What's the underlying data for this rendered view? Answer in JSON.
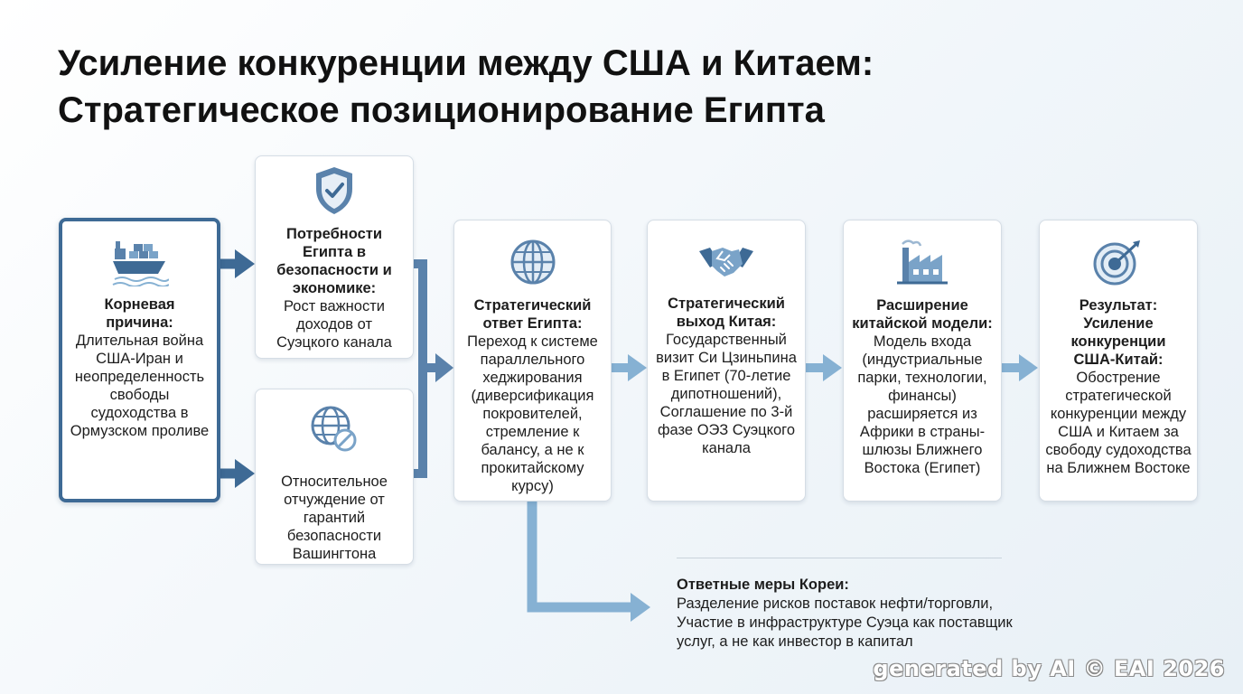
{
  "title": {
    "line1": "Усиление конкуренции между США и Китаем:",
    "line2": "Стратегическое позиционирование Египта"
  },
  "nodes": {
    "root_cause": {
      "icon": "cargo-ship-icon",
      "heading": "Корневая причина:",
      "body": "Длительная война США-Иран и неопределенность свободы судоходства в Ормузском проливе"
    },
    "egypt_needs": {
      "icon": "shield-check-icon",
      "heading": "Потребности Египта в безопасности и экономике:",
      "body": "Рост важности доходов от Суэцкого канала"
    },
    "us_alienation": {
      "icon": "globe-slash-icon",
      "body": "Относительное отчуждение от гарантий безопасности Вашингтона"
    },
    "egypt_response": {
      "icon": "globe-icon",
      "heading": "Стратегический ответ Египта:",
      "body": "Переход к системе параллельного хеджирования (диверсификация покровителей, стремление к балансу, а не к прокитайскому курсу)"
    },
    "china_exit": {
      "icon": "handshake-icon",
      "heading": "Стратегический выход Китая:",
      "body": "Государственный визит Си Цзиньпина в Египет (70-летие дипотношений), Соглашение по 3-й фазе ОЭЗ Суэцкого канала"
    },
    "china_model": {
      "icon": "factory-icon",
      "heading": "Расширение китайской модели:",
      "body": "Модель входа (индустриальные парки, технологии, финансы) расширяется из Африки в страны-шлюзы Ближнего Востока (Египет)"
    },
    "result": {
      "icon": "target-icon",
      "heading": "Результат: Усиление конкуренции США-Китай:",
      "body": "Обострение стратегической конкуренции между США и Китаем за свободу судоходства на Ближнем Востоке"
    }
  },
  "korea": {
    "heading": "Ответные меры Кореи:",
    "body_line1": "Разделение рисков поставок нефти/торговли,",
    "body_line2": "Участие в инфраструктуре Суэца как поставщик",
    "body_line3": "услуг, а не как инвестор в капитал"
  },
  "watermark": "generated by AI © EAI 2026",
  "colors": {
    "primary_blue": "#3e6a95",
    "light_blue": "#86b1d3",
    "icon_blue": "#5a82ab"
  }
}
